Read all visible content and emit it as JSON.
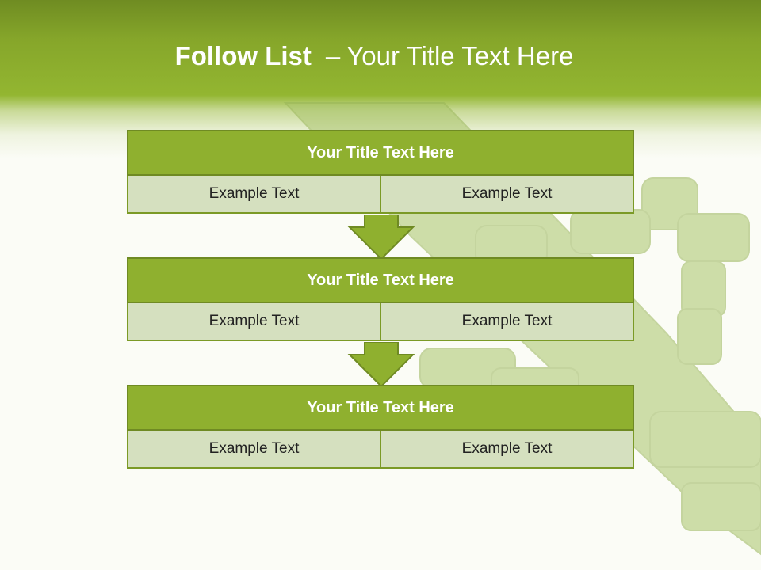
{
  "slide": {
    "title_bold": "Follow List",
    "title_dash": "–",
    "title_rest": "Your Title Text Here"
  },
  "colors": {
    "header_green": "#8fb02f",
    "dark_green": "#6f8a23",
    "cell_fill": "#d5e0bf",
    "background": "#fbfcf6"
  },
  "steps": [
    {
      "title": "Your Title Text Here",
      "left": "Example Text",
      "right": "Example Text"
    },
    {
      "title": "Your Title Text Here",
      "left": "Example Text",
      "right": "Example Text"
    },
    {
      "title": "Your Title Text Here",
      "left": "Example Text",
      "right": "Example Text"
    }
  ],
  "connectors": [
    {
      "icon": "down-arrow-icon"
    },
    {
      "icon": "down-arrow-icon"
    }
  ],
  "background_art": {
    "icon": "grass-brush-art"
  }
}
